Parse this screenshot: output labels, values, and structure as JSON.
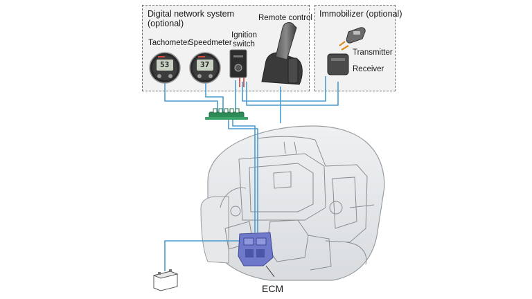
{
  "network_panel": {
    "title": "Digital network system",
    "subtitle": "(optional)"
  },
  "immobilizer_panel": {
    "title": "Immobilizer (optional)"
  },
  "components": {
    "tachometer": "Tachometer",
    "speedmeter": "Speedmeter",
    "ignition_line1": "Ignition",
    "ignition_line2": "switch",
    "remote_control": "Remote control",
    "transmitter": "Transmitter",
    "receiver": "Receiver",
    "ecm": "ECM"
  },
  "gauge_readouts": {
    "tachometer": "53",
    "speedmeter": "37"
  },
  "colors": {
    "wire": "#4a9bcf",
    "hub": "#2e8b57",
    "ecm": "#6f79c9",
    "panel_bg": "#f2f2f2",
    "panel_border": "#6b6b6b",
    "warning_accent": "#d98b1f"
  }
}
